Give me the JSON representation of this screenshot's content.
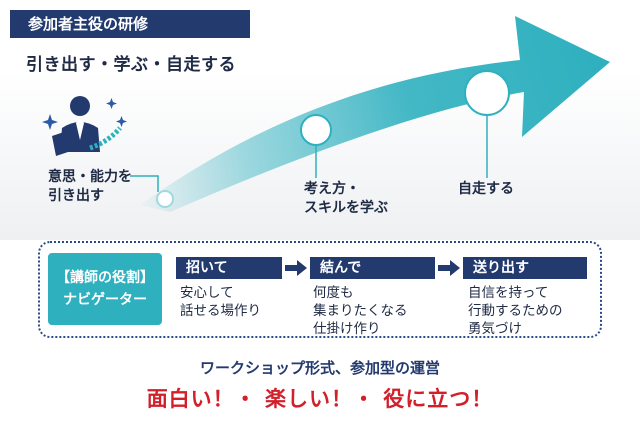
{
  "header": {
    "title": "参加者主役の研修",
    "subtitle": "引き出す・学ぶ・自走する"
  },
  "stages": [
    {
      "label_line1": "意思・能力を",
      "label_line2": "引き出す"
    },
    {
      "label_line1": "考え方・",
      "label_line2": "スキルを学ぶ"
    },
    {
      "label_line1": "自走する",
      "label_line2": ""
    }
  ],
  "role": {
    "title_line1": "【講師の役割】",
    "title_line2": "ナビゲーター",
    "steps": [
      {
        "head": "招いて",
        "lines": [
          "安心して",
          "話せる場作り"
        ]
      },
      {
        "head": "結んで",
        "lines": [
          "何度も",
          "集まりたくなる",
          "仕掛け作り"
        ]
      },
      {
        "head": "送り出す",
        "lines": [
          "自信を持って",
          "行動するための",
          "勇気づけ"
        ]
      }
    ]
  },
  "footer": {
    "workshop": "ワークショップ形式、参加型の運営",
    "slogan": "面白い！・ 楽しい！・ 役に立つ！"
  },
  "colors": {
    "navy": "#233a6e",
    "teal": "#2fb0bf",
    "red": "#d31f2a"
  }
}
